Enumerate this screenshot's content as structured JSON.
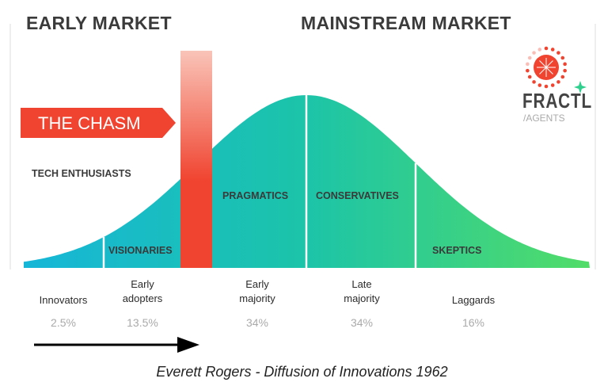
{
  "headers": {
    "early": "EARLY MARKET",
    "mainstream": "MAINSTREAM MARKET"
  },
  "chasm_label": "THE CHASM",
  "segments": {
    "tech": "TECH ENTHUSIASTS",
    "visionaries": "VISIONARIES",
    "pragmatics": "PRAGMATICS",
    "conservatives": "CONSERVATIVES",
    "skeptics": "SKEPTICS"
  },
  "categories": [
    {
      "label": "Innovators",
      "pct": "2.5%"
    },
    {
      "label": "Early\nadopters",
      "pct": "13.5%"
    },
    {
      "label": "Early\nmajority",
      "pct": "34%"
    },
    {
      "label": "Late\nmajority",
      "pct": "34%"
    },
    {
      "label": "Laggards",
      "pct": "16%"
    }
  ],
  "logo": {
    "name": "FRACTL",
    "sub": "/AGENTS"
  },
  "caption": "Everett Rogers - Diffusion of Innovations 1962",
  "colors": {
    "chasm": "#f04430",
    "curve_left": "#16b6d8",
    "curve_mid": "#1cc4a8",
    "curve_right": "#52dc68",
    "text": "#3b3b3b"
  }
}
